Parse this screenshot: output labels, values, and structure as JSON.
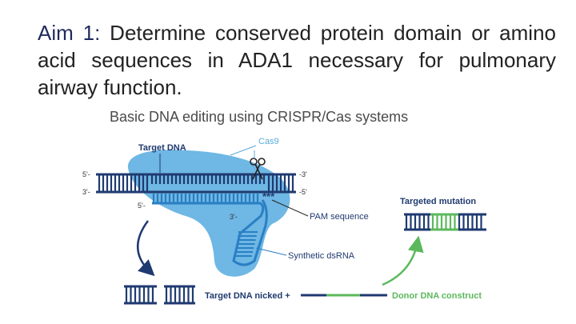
{
  "slide": {
    "aim_lead": "Aim 1:",
    "aim_text": " Determine conserved protein domain or amino acid sequences in ADA1 necessary for pulmonary airway function."
  },
  "diagram": {
    "title": "Basic DNA editing using CRISPR/Cas systems",
    "labels": {
      "target_dna": "Target DNA",
      "cas9": "Cas9",
      "pam_sequence": "PAM sequence",
      "synthetic_dsrna": "Synthetic dsRNA",
      "targeted_mutation": "Targeted mutation",
      "target_dna_nicked": "Target DNA nicked +",
      "donor_dna_construct": "Donor DNA construct",
      "pam_marks": "***"
    },
    "ends": {
      "top_left": "5'-",
      "bottom_left": "3'-",
      "top_right": "-3'",
      "bottom_right": "-5'",
      "guide_5": "5'-",
      "guide_3": "3'-"
    },
    "colors": {
      "dna_dark": "#1f3a70",
      "cas_blob": "#6fb7e4",
      "guide_rna": "#2a7fc4",
      "donor_green": "#5cb85c",
      "label_light": "#5aa9dd"
    }
  }
}
